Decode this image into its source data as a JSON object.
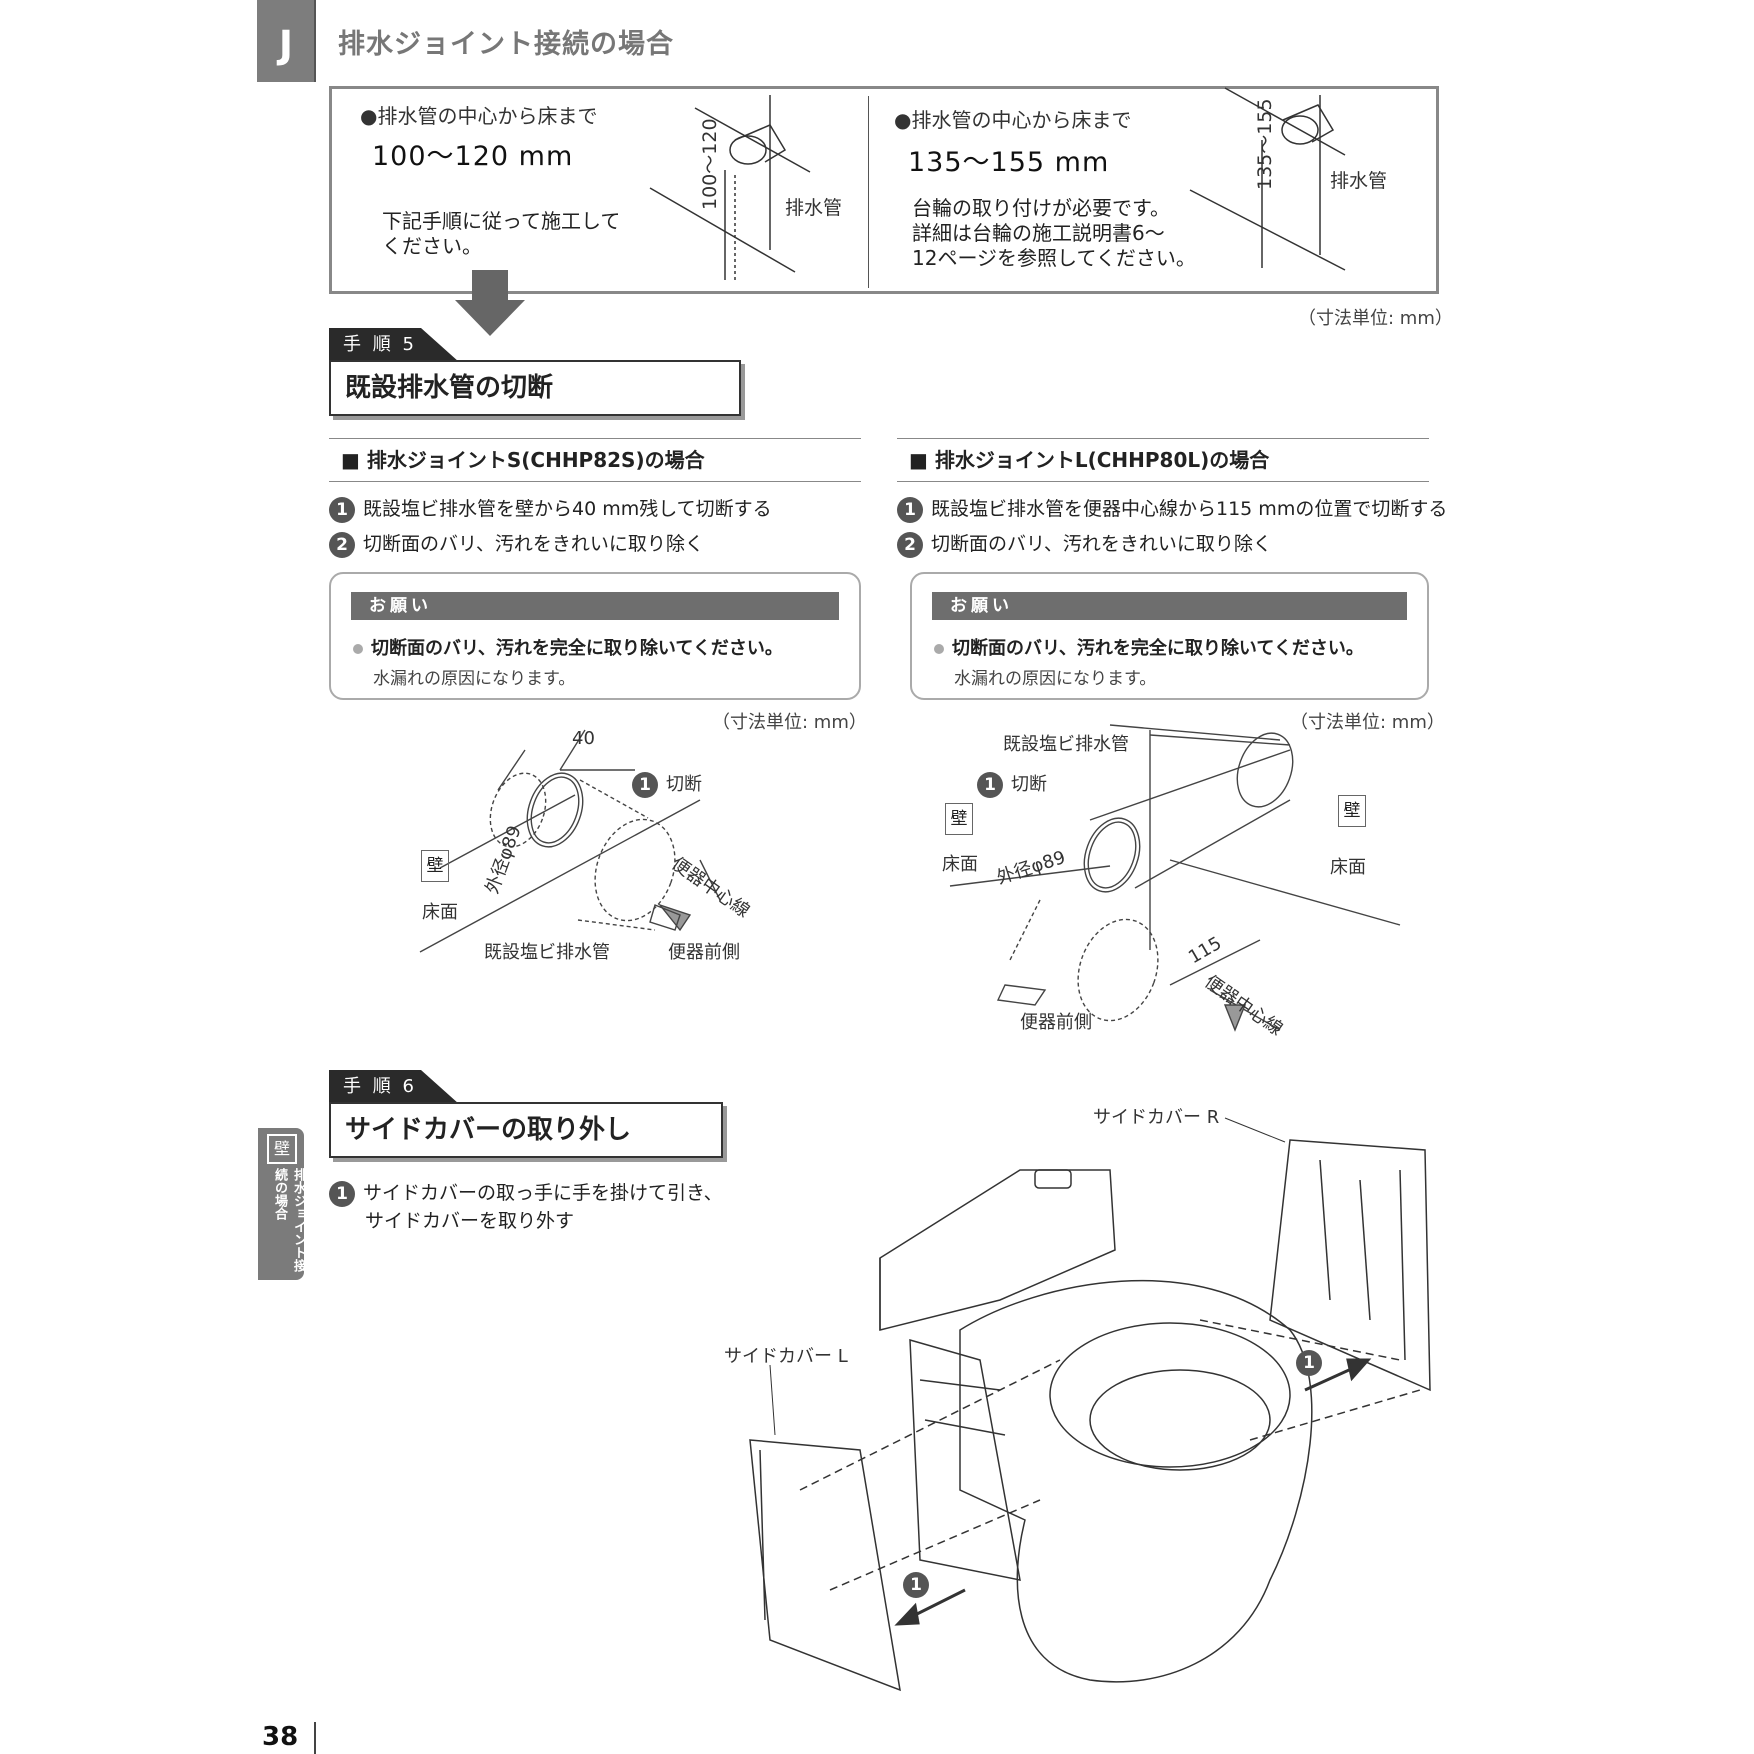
{
  "header": {
    "section_letter": "J",
    "title": "排水ジョイント接続の場合"
  },
  "top_box": {
    "left": {
      "bullet": "●排水管の中心から床まで",
      "range": "100～120 mm",
      "instruction_line1": "下記手順に従って施工して",
      "instruction_line2": "ください。",
      "dim_label": "100～120",
      "pipe_label": "排水管"
    },
    "right": {
      "bullet": "●排水管の中心から床まで",
      "range": "135～155 mm",
      "note_line1": "台輪の取り付けが必要です。",
      "note_line2": "詳細は台輪の施工説明書6～",
      "note_line3": "12ページを参照してください。",
      "dim_label": "135～155",
      "pipe_label": "排水管"
    },
    "unit": "（寸法単位: mm）"
  },
  "step5": {
    "label": "手 順 5",
    "title": "既設排水管の切断",
    "left": {
      "heading": "■ 排水ジョイントS(CHHP82S)の場合",
      "steps": [
        "既設塩ビ排水管を壁から40 mm残して切断する",
        "切断面のバリ、汚れをきれいに取り除く"
      ],
      "note_title": "お願い",
      "note_main": "切断面のバリ、汚れを完全に取り除いてください。",
      "note_sub": "水漏れの原因になります。",
      "unit": "（寸法単位: mm）",
      "fig": {
        "dim": "40",
        "cut": "切断",
        "wall": "壁",
        "floor": "床面",
        "od": "外径φ89",
        "pipe": "既設塩ビ排水管",
        "centerline": "便器中心線",
        "front": "便器前側"
      }
    },
    "right": {
      "heading": "■ 排水ジョイントL(CHHP80L)の場合",
      "steps": [
        "既設塩ビ排水管を便器中心線から115 mmの位置で切断する",
        "切断面のバリ、汚れをきれいに取り除く"
      ],
      "note_title": "お願い",
      "note_main": "切断面のバリ、汚れを完全に取り除いてください。",
      "note_sub": "水漏れの原因になります。",
      "unit": "（寸法単位: mm）",
      "fig": {
        "pipe": "既設塩ビ排水管",
        "cut": "切断",
        "wall_left": "壁",
        "floor_left": "床面",
        "od": "外径φ89",
        "wall_right": "壁",
        "floor_right": "床面",
        "dim": "115",
        "centerline": "便器中心線",
        "front": "便器前側"
      }
    }
  },
  "step6": {
    "label": "手 順 6",
    "title": "サイドカバーの取り外し",
    "step_line1": "サイドカバーの取っ手に手を掛けて引き、",
    "step_line2": "サイドカバーを取り外す",
    "fig": {
      "cover_r": "サイドカバー R",
      "cover_l": "サイドカバー L"
    }
  },
  "side_tab": {
    "icon": "壁",
    "text": "排水ジョイント接続の場合"
  },
  "page_number": "38",
  "numbers": {
    "one": "1",
    "two": "2"
  }
}
